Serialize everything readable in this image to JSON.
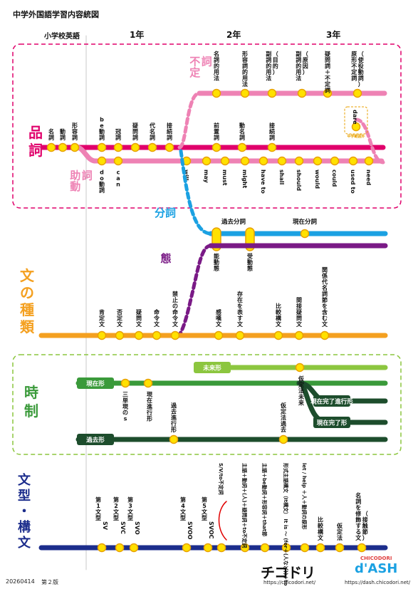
{
  "title": "中学外国語学習内容統図",
  "years": [
    "小学校英語",
    "1年",
    "2年",
    "3年"
  ],
  "colors": {
    "hinshi": "#e0006b",
    "jodoshi": "#ee82b4",
    "futei": "#ee82b4",
    "bunshi": "#1ba1e2",
    "tai": "#7a1a86",
    "shurui": "#f4a020",
    "jisei_light": "#8cc63f",
    "jisei_mid": "#3a9a3a",
    "jisei_dark": "#1d4d2c",
    "kobun": "#1c2d8c",
    "station": "#ffe100",
    "station_edge": "#e8a000"
  },
  "sections": {
    "hinshi": {
      "label": "品詞",
      "sublabel_jodoshi": "助動詞",
      "sublabel_futei": "不定詞",
      "top_stations": [
        "名詞",
        "動詞",
        "形容詞",
        "be動詞",
        "冠詞",
        "疑問詞",
        "代名詞",
        "接続詞",
        "前置詞",
        "動名詞",
        "接続詞"
      ],
      "futei_stations": [
        "名詞的用法",
        "形容詞的用法",
        "副詞的用法（目的）",
        "副詞的用法（原因）",
        "疑問詞＋不定詞",
        "原形不定詞（使役動詞）"
      ],
      "aux_stations": [
        "do動詞",
        "can",
        "will",
        "may",
        "must",
        "might",
        "have to",
        "shall",
        "should",
        "would",
        "could",
        "used to",
        "need"
      ],
      "dare": "dare",
      "dare_note": "中学範囲外"
    },
    "bunshi": {
      "label": "分詞",
      "stations": [
        "過去分詞",
        "現在分詞"
      ]
    },
    "tai": {
      "label": "態",
      "stations": [
        "能動態",
        "受動態"
      ]
    },
    "shurui": {
      "label": "文の種類",
      "stations": [
        "肯定文",
        "否定文",
        "疑問文",
        "命令文",
        "禁止の命令文",
        "感嘆文",
        "存在を表す文",
        "比較構文",
        "間接疑問文",
        "関係代名詞節を含む文"
      ]
    },
    "jisei": {
      "label": "時制",
      "lines": [
        "現在形",
        "未来形",
        "過去形",
        "現在完了進行形",
        "現在完了形"
      ],
      "stations": [
        "三単現のs",
        "現在進行形",
        "過去進行形",
        "仮定法未来",
        "仮定法過去"
      ]
    },
    "kobun": {
      "label": "文型・構文",
      "stations": [
        "第1文型 SV",
        "第2文型 SVC",
        "第3文型 SVO",
        "第4文型 SVOO",
        "第5文型 SVOC",
        "S/V/to不定詞",
        "主語＋動詞＋(人)＋疑問詞＋to不定詞",
        "主語＋be動詞＋形容詞＋that節",
        "形式主語構文（It構文） It is ～ (for＋(人など))＋to",
        "let / help ＋人＋動詞の原形",
        "比較構文",
        "仮定法",
        "名詞を修飾する文（接触節）"
      ]
    }
  },
  "footer": {
    "date": "20260414",
    "edition": "第２版",
    "logo1": "チコドリ",
    "url1": "https://chicodori.net/",
    "logo2_top": "CHICODORI",
    "logo2": "d'ASH",
    "url2": "https://dash.chicodori.net/"
  }
}
